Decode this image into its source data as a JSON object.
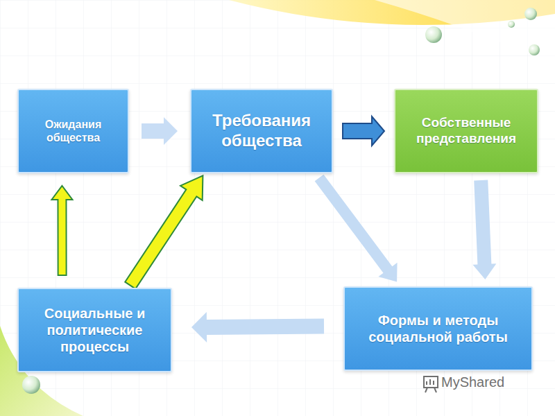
{
  "diagram": {
    "nodes": [
      {
        "text": [
          "Ожидания общества"
        ]
      },
      {
        "text": [
          "Требования общества"
        ]
      },
      {
        "text": [
          "Собственные представления"
        ]
      },
      {
        "text": [
          "Социальные и политические процессы"
        ]
      },
      {
        "text": [
          "Формы и методы социальной работы"
        ]
      }
    ],
    "edges": [
      {
        "from": 0,
        "to": 1,
        "arrow": "to"
      },
      {
        "from": 1,
        "to": 2,
        "arrow": "to"
      },
      {
        "from": 1,
        "to": 4,
        "arrow": "to"
      },
      {
        "from": 2,
        "to": 4,
        "arrow": "to"
      },
      {
        "from": 4,
        "to": 3,
        "arrow": "to"
      },
      {
        "from": 3,
        "to": 0,
        "arrow": "to"
      },
      {
        "from": 3,
        "to": 1,
        "arrow": "to"
      }
    ],
    "labels": [
      "MyShared"
    ]
  }
}
